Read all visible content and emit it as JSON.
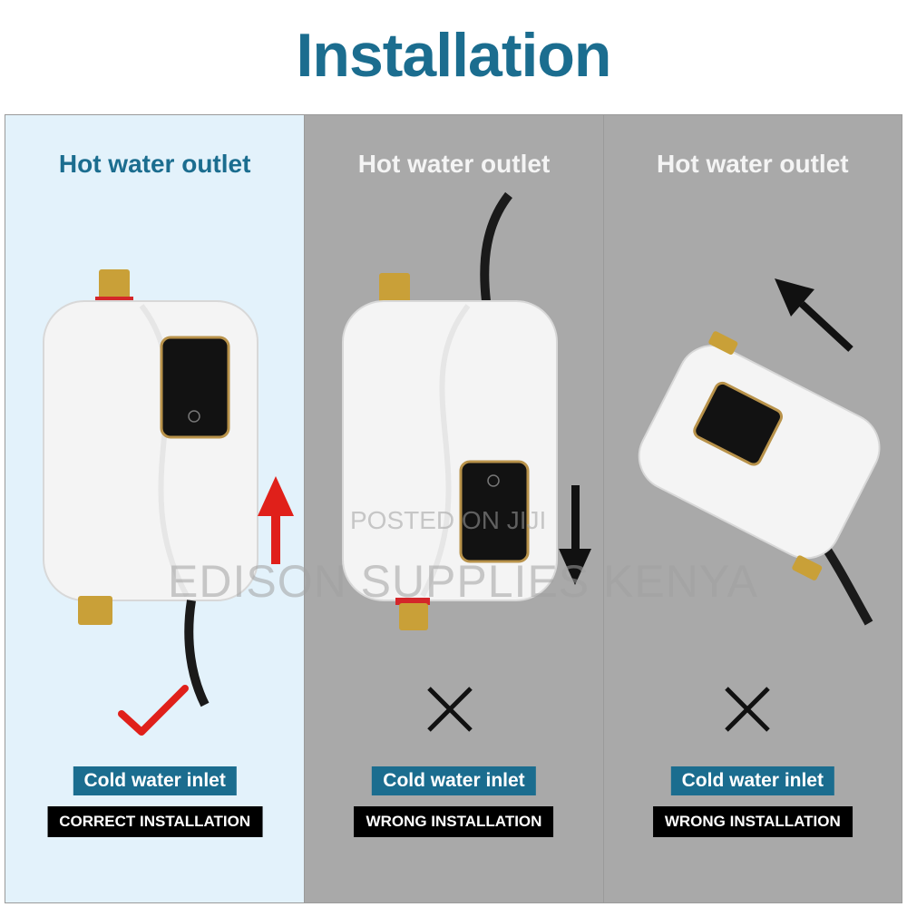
{
  "title": "Installation",
  "panels": [
    {
      "heading": "Hot water outlet",
      "inlet_label": "Cold water inlet",
      "verdict": "CORRECT INSTALLATION",
      "mark": "check",
      "background": "#e3f2fb"
    },
    {
      "heading": "Hot water outlet",
      "inlet_label": "Cold water inlet",
      "verdict": "WRONG INSTALLATION",
      "mark": "cross",
      "background": "#a9a9a9"
    },
    {
      "heading": "Hot water outlet",
      "inlet_label": "Cold water inlet",
      "verdict": "WRONG INSTALLATION",
      "mark": "cross",
      "background": "#a9a9a9"
    }
  ],
  "watermarks": {
    "small": "POSTED ON JIJI",
    "large": "EDISON SUPPLIES KENYA"
  },
  "colors": {
    "accent": "#1b6d8f",
    "correct_mark": "#e0201a",
    "wrong_mark": "#111111",
    "fitting": "#c9a038"
  }
}
